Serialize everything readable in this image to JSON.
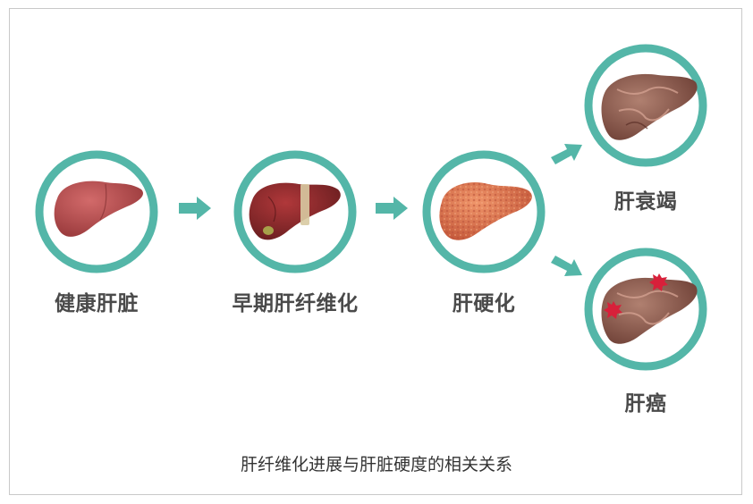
{
  "stages": [
    {
      "id": "healthy",
      "label": "健康肝脏"
    },
    {
      "id": "early-fibrosis",
      "label": "早期肝纤维化"
    },
    {
      "id": "cirrhosis",
      "label": "肝硬化"
    },
    {
      "id": "failure",
      "label": "肝衰竭"
    },
    {
      "id": "cancer",
      "label": "肝癌"
    }
  ],
  "caption": "肝纤维化进展与肝脏硬度的相关关系",
  "colors": {
    "ring": "#54b6a8",
    "arrow": "#54b6a8",
    "text": "#4a4a4a",
    "healthy_liver": "#b24a4c",
    "fibrosis_liver": "#8c2a2c",
    "cirrhosis_liver": "#d8724a",
    "diseased_liver": "#8a5a4e",
    "tumor_marker": "#d8203a"
  }
}
